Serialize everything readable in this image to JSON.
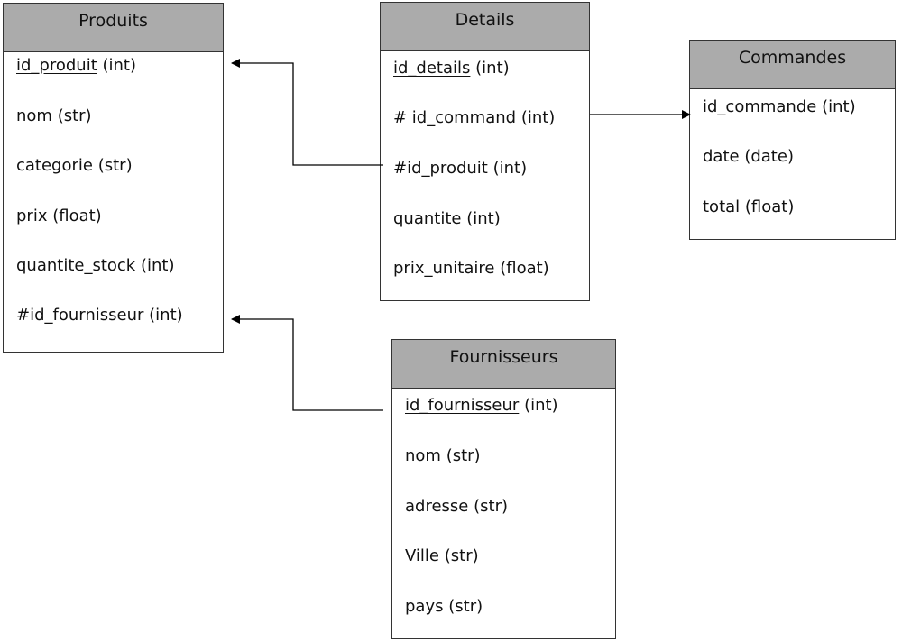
{
  "tables": {
    "produits": {
      "title": "Produits",
      "fields": [
        {
          "name": "id_produit",
          "type": "(int)",
          "key": true
        },
        {
          "name": "nom",
          "type": "(str)"
        },
        {
          "name": "categorie",
          "type": "(str)"
        },
        {
          "name": "prix",
          "type": "(float)"
        },
        {
          "name": "quantite_stock",
          "type": "(int)"
        },
        {
          "name": "#id_fournisseur",
          "type": "(int)"
        }
      ]
    },
    "details": {
      "title": "Details",
      "fields": [
        {
          "name": "id_details",
          "type": "(int)",
          "key": true
        },
        {
          "name": "# id_command",
          "type": "(int)"
        },
        {
          "name": "#id_produit",
          "type": "(int)"
        },
        {
          "name": "quantite",
          "type": "(int)"
        },
        {
          "name": "prix_unitaire",
          "type": "(float)"
        }
      ]
    },
    "commandes": {
      "title": "Commandes",
      "fields": [
        {
          "name": "id_commande",
          "type": "(int)",
          "key": true
        },
        {
          "name": "date",
          "type": "(date)"
        },
        {
          "name": "total",
          "type": "(float)"
        }
      ]
    },
    "fournisseurs": {
      "title": "Fournisseurs",
      "fields": [
        {
          "name": "id_fournisseur",
          "type": "(int)",
          "key": true
        },
        {
          "name": "nom",
          "type": "(str)"
        },
        {
          "name": "adresse",
          "type": "(str)"
        },
        {
          "name": "Ville",
          "type": "(str)"
        },
        {
          "name": "pays",
          "type": "(str)"
        }
      ]
    }
  },
  "relations": [
    {
      "from": "details.#id_produit",
      "to": "produits.id_produit"
    },
    {
      "from": "details.# id_command",
      "to": "commandes.id_commande"
    },
    {
      "from": "fournisseurs.id_fournisseur",
      "to": "produits.#id_fournisseur"
    }
  ]
}
